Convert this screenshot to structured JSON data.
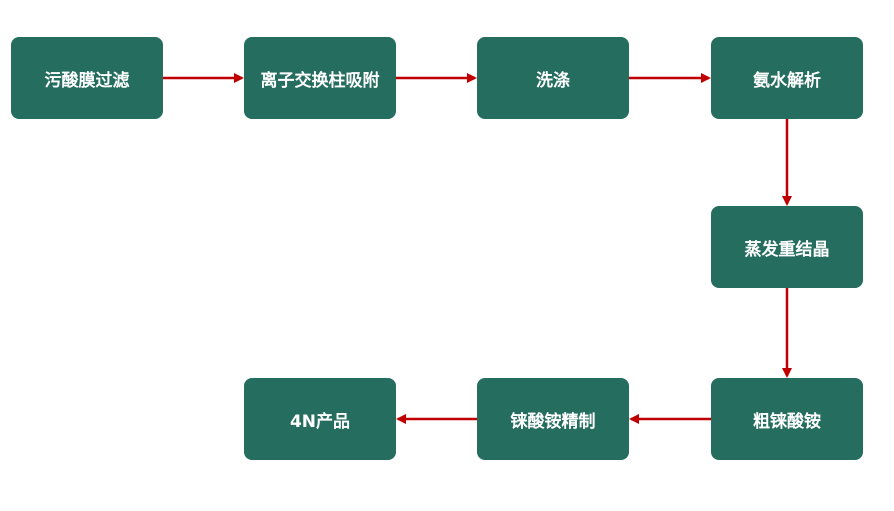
{
  "colors": {
    "box_fill": "#256d5e",
    "box_text": "#ffffff",
    "arrow": "#c00000"
  },
  "steps": [
    {
      "id": "b1",
      "label": "污酸膜过滤"
    },
    {
      "id": "b2",
      "label": "离子交换柱吸附"
    },
    {
      "id": "b3",
      "label": "洗涤"
    },
    {
      "id": "b4",
      "label": "氨水解析"
    },
    {
      "id": "b5",
      "label": "蒸发重结晶"
    },
    {
      "id": "b6",
      "label": "粗铼酸铵"
    },
    {
      "id": "b7",
      "label": "铼酸铵精制"
    },
    {
      "id": "b8",
      "label": "4N产品"
    }
  ],
  "edges": [
    {
      "from": "污酸膜过滤",
      "to": "离子交换柱吸附"
    },
    {
      "from": "离子交换柱吸附",
      "to": "洗涤"
    },
    {
      "from": "洗涤",
      "to": "氨水解析"
    },
    {
      "from": "氨水解析",
      "to": "蒸发重结晶"
    },
    {
      "from": "蒸发重结晶",
      "to": "粗铼酸铵"
    },
    {
      "from": "粗铼酸铵",
      "to": "铼酸铵精制"
    },
    {
      "from": "铼酸铵精制",
      "to": "4N产品"
    }
  ]
}
